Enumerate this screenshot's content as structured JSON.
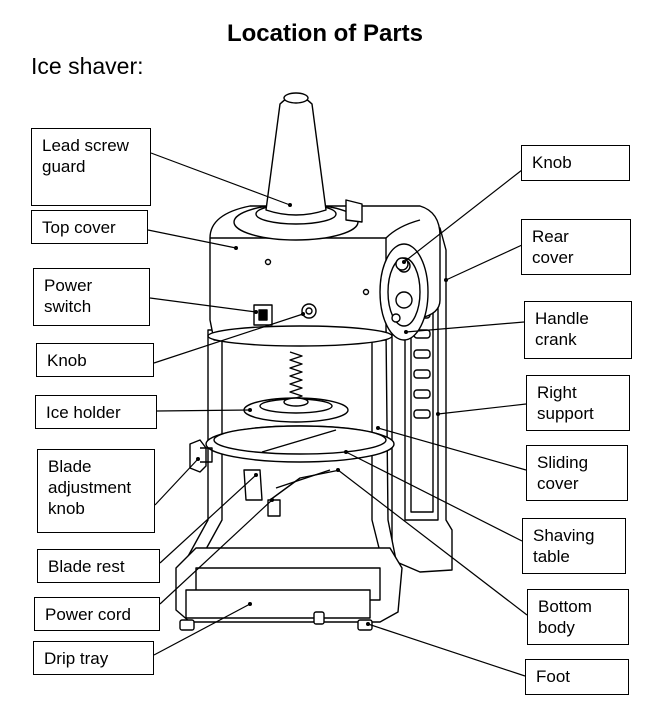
{
  "title": "Location of Parts",
  "subtitle": "Ice shaver:",
  "labels": {
    "lead_screw_guard": "Lead screw\nguard",
    "top_cover": "Top cover",
    "power_switch": "Power\nswitch",
    "knob_left": "Knob",
    "ice_holder": "Ice holder",
    "blade_adjustment_knob": "Blade\nadjustment\nknob",
    "blade_rest": "Blade rest",
    "power_cord": "Power cord",
    "drip_tray": "Drip tray",
    "knob_right": "Knob",
    "rear_cover": "Rear\ncover",
    "handle_crank": "Handle\ncrank",
    "right_support": "Right\nsupport",
    "sliding_cover": "Sliding\ncover",
    "shaving_table": "Shaving\ntable",
    "bottom_body": "Bottom\nbody",
    "foot": "Foot"
  }
}
